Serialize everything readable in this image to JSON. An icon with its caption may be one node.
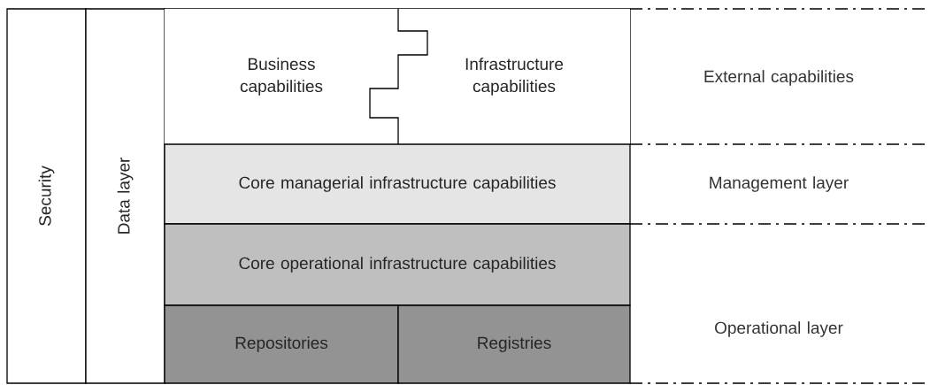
{
  "diagram": {
    "nodes": [
      {
        "text": [
          "Security"
        ]
      },
      {
        "text": [
          "Data layer"
        ]
      },
      {
        "text": [
          "Business capabilities"
        ]
      },
      {
        "text": [
          "Infrastructure capabilities"
        ]
      },
      {
        "text": [
          "Core managerial infrastructure capabilities"
        ]
      },
      {
        "text": [
          "Core operational infrastructure capabilities"
        ]
      },
      {
        "text": [
          "Repositories"
        ]
      },
      {
        "text": [
          "Registries"
        ]
      }
    ],
    "labels": [
      "External capabilities",
      "Management layer",
      "Operational layer"
    ]
  }
}
